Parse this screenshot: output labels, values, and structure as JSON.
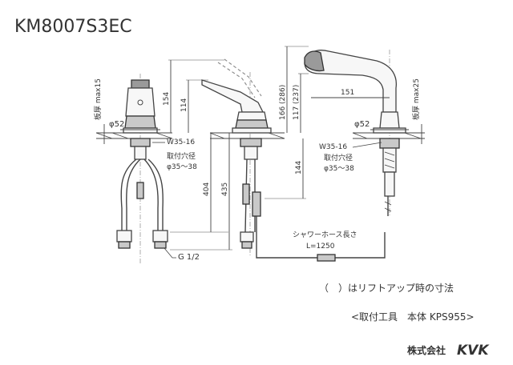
{
  "title": "KM8007S3EC",
  "footnote_lift": "（　）はリフトアップ時の寸法",
  "footnote_tool": "<取付工具　本体 KPS955>",
  "company": "株式会社",
  "brand": "KVK",
  "labels": {
    "plate_thickness_left": "板厚 max15",
    "plate_thickness_right": "板厚 max25",
    "dia52_left": "φ52",
    "dia52_right": "φ52",
    "w35_left": "W35-16",
    "w35_right": "W35-16",
    "hole_left": "取付穴径",
    "hole_left_dia": "φ35～38",
    "hole_right": "取付穴径",
    "hole_right_dia": "φ35～38",
    "g12": "G 1/2",
    "shower_hose": "シャワーホース長さ",
    "shower_hose_len": "L=1250"
  },
  "dimensions": {
    "d154": "154",
    "d114": "114",
    "d166": "166 (286)",
    "d117": "117 (237)",
    "d151": "151",
    "d404": "404",
    "d435": "435",
    "d144": "144"
  }
}
